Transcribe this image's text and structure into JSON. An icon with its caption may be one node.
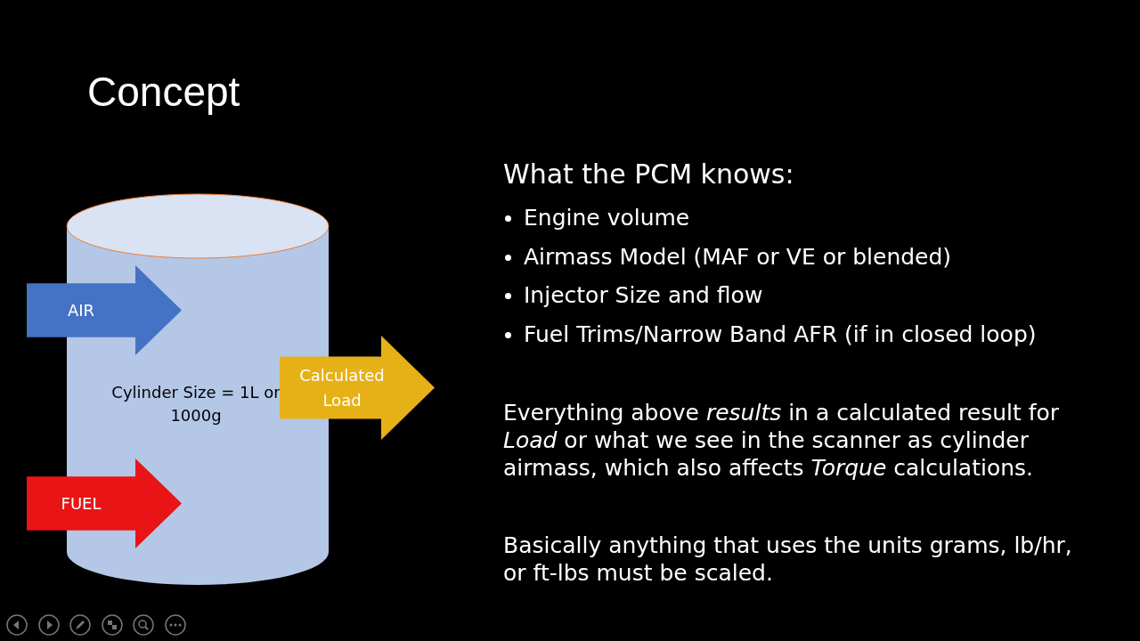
{
  "diagram": {
    "title": "Concept",
    "nodes": [
      {
        "text": [
          "Cylinder Size = 1L or 1000g"
        ]
      },
      {
        "text": [
          "AIR"
        ]
      },
      {
        "text": [
          "Calculated Load"
        ]
      },
      {
        "text": [
          "FUEL"
        ]
      }
    ],
    "labels": [
      "What the PCM knows:",
      "Engine volume",
      "Airmass Model (MAF or VE or blended)",
      "Injector Size and flow",
      "Fuel Trims/Narrow Band AFR (if in closed loop)",
      "Everything above *results* in a calculated result for *Load* or what we see in the scanner as cylinder airmass, which also affects *Torque* calculations.",
      "Basically anything that uses the units grams, lb/hr, or ft-lbs must be scaled."
    ]
  }
}
